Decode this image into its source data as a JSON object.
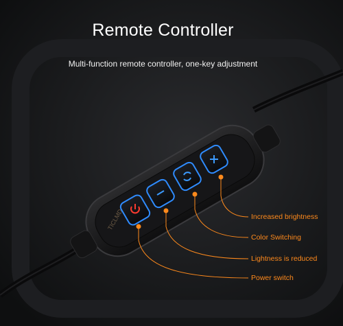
{
  "header": {
    "title": "Remote Controller",
    "subtitle": "Multi-function remote controller, one-key adjustment"
  },
  "device": {
    "brand": "TICLMD",
    "buttons": [
      {
        "icon": "power-icon"
      },
      {
        "icon": "minus-icon"
      },
      {
        "icon": "color-cycle-icon"
      },
      {
        "icon": "plus-icon"
      }
    ]
  },
  "callouts": [
    {
      "label": "Increased brightness"
    },
    {
      "label": "Color Switching"
    },
    {
      "label": "Lightness is reduced"
    },
    {
      "label": "Power switch"
    }
  ],
  "colors": {
    "background": "#111214",
    "accent": "#ff8a1c",
    "button_glow": "#2f8cff"
  }
}
